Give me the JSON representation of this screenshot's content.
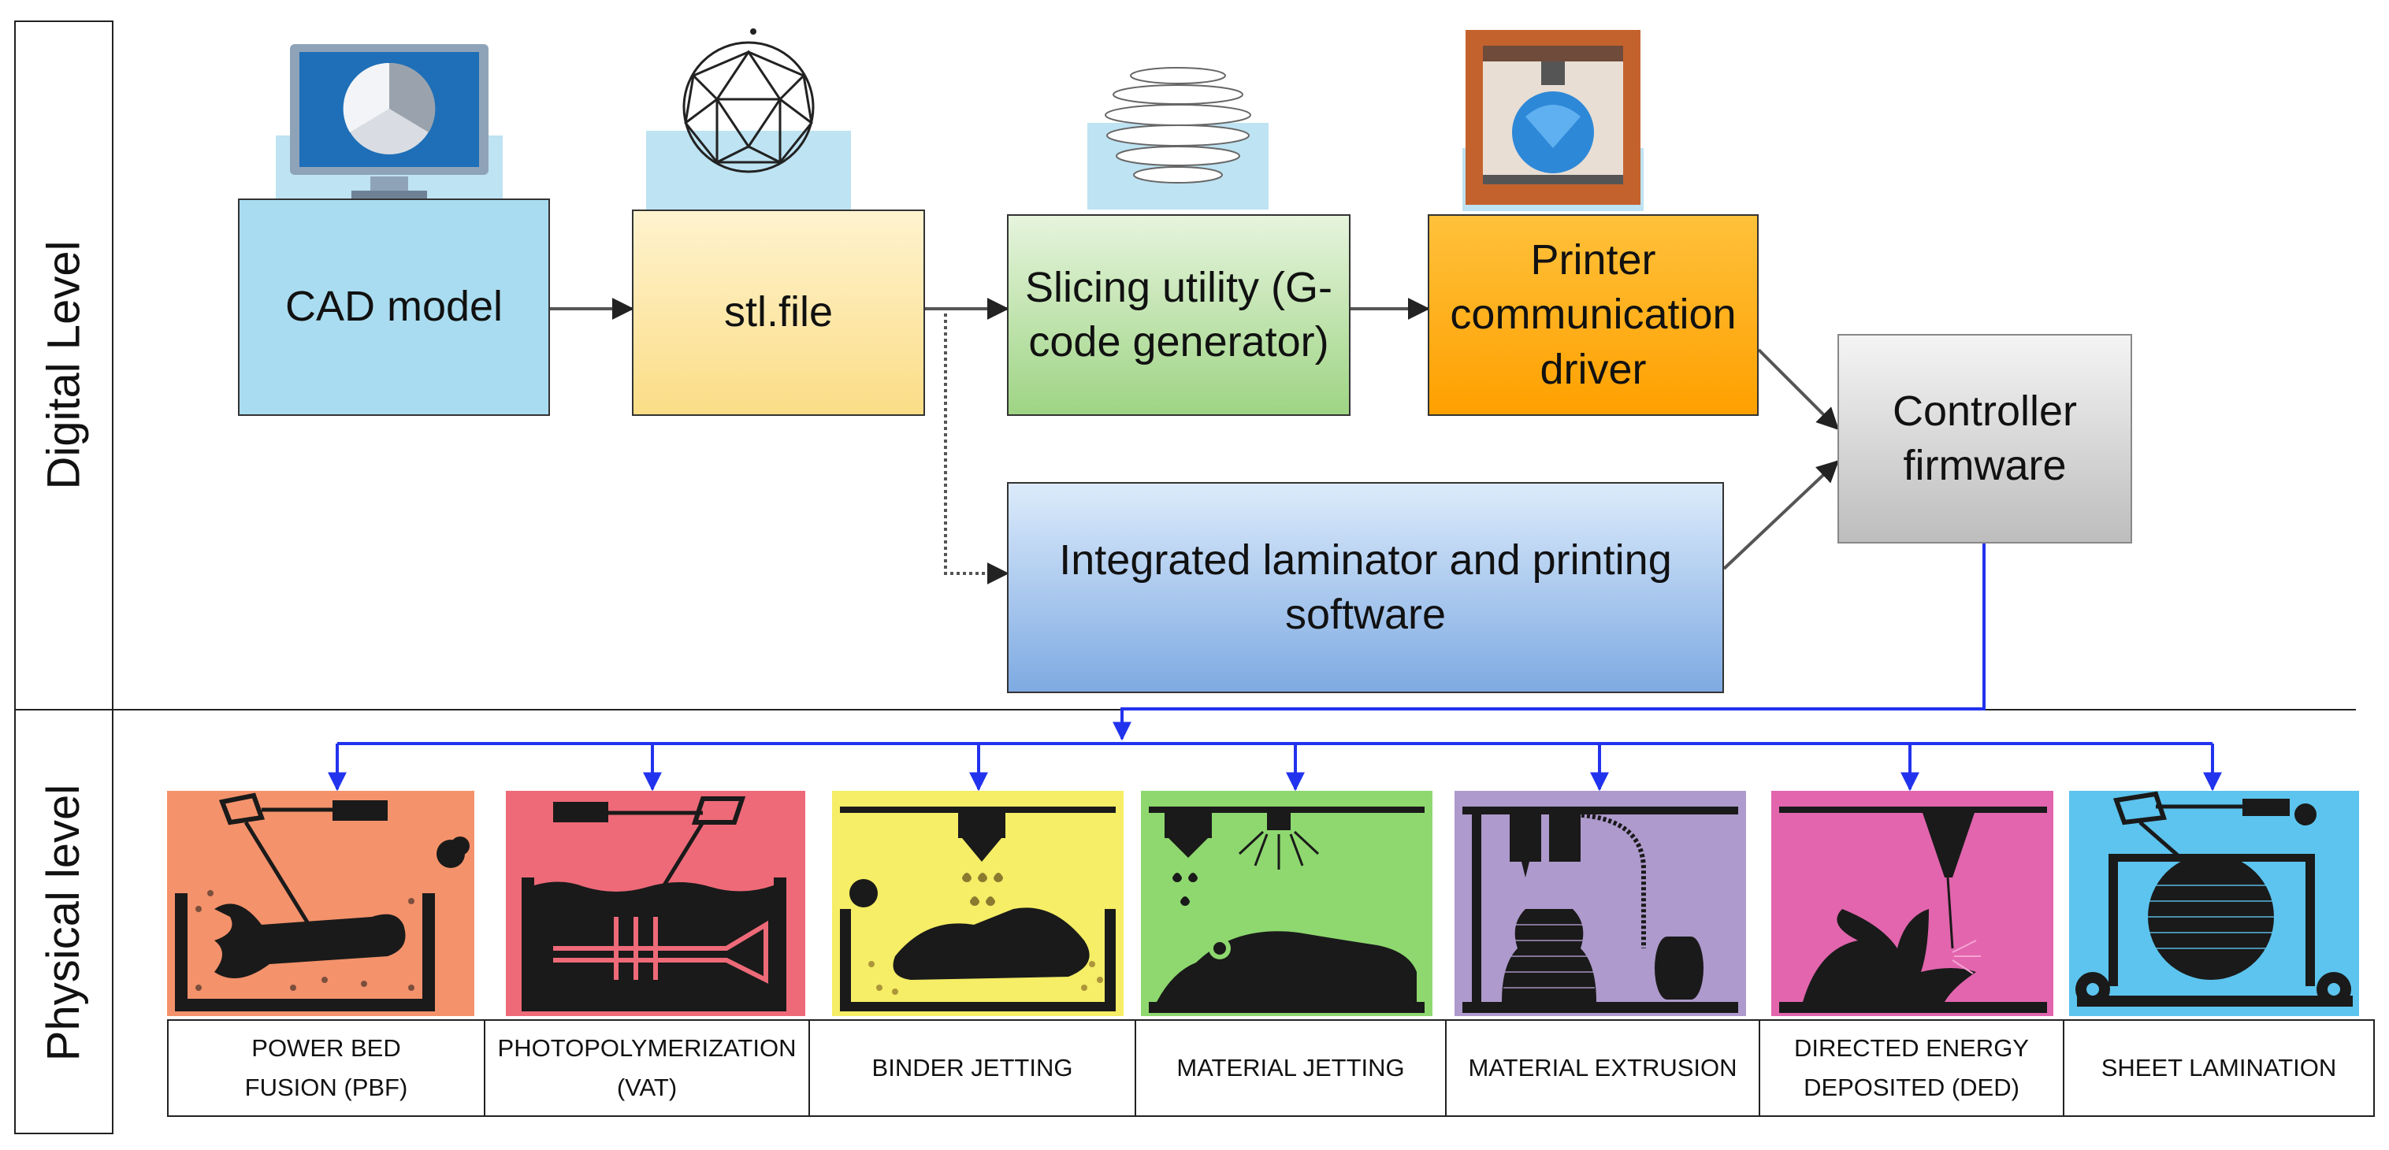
{
  "bands": {
    "digital": "Digital Level",
    "physical": "Physical level"
  },
  "boxes": {
    "cad": "CAD model",
    "stl": "stl.file",
    "slicing": "Slicing utility (G-code generator)",
    "printer_driver": "Printer communication driver",
    "controller": "Controller firmware",
    "integrated": "Integrated laminator and printing software"
  },
  "icons": {
    "cad": "monitor-icon",
    "stl": "mesh-sphere-icon",
    "slicing": "sliced-sphere-icon",
    "printer": "3d-printer-icon"
  },
  "processes": [
    {
      "label": "POWER BED FUSION (PBF)",
      "color": "#F4926B",
      "icon": "wrench-in-powder-bed-icon"
    },
    {
      "label": "PHOTOPOLYMERIZATION (VAT)",
      "color": "#EE6A78",
      "icon": "trumpet-in-vat-icon"
    },
    {
      "label": "BINDER JETTING",
      "color": "#F5EE66",
      "icon": "shoe-binder-jet-icon"
    },
    {
      "label": "MATERIAL JETTING",
      "color": "#8ED86F",
      "icon": "shoe-material-jet-icon"
    },
    {
      "label": "MATERIAL EXTRUSION",
      "color": "#AE9ACC",
      "icon": "vase-extrusion-icon"
    },
    {
      "label": "DIRECTED ENERGY DEPOSITED (DED)",
      "color": "#E265AE",
      "icon": "turbine-ded-icon"
    },
    {
      "label": "SHEET LAMINATION",
      "color": "#5CC4EE",
      "icon": "sphere-lamination-icon"
    }
  ],
  "colors": {
    "connector_blue": "#2233EE",
    "arrow_gray": "#444444",
    "cad_fill": "#A9DCF0",
    "stl_fill": "#FCE9A5",
    "slicing_fill": "#B6E3A1",
    "driver_fill": "#FFA91A",
    "controller_fill": "#DADADA",
    "integrated_fill": "#9CC2EC"
  }
}
